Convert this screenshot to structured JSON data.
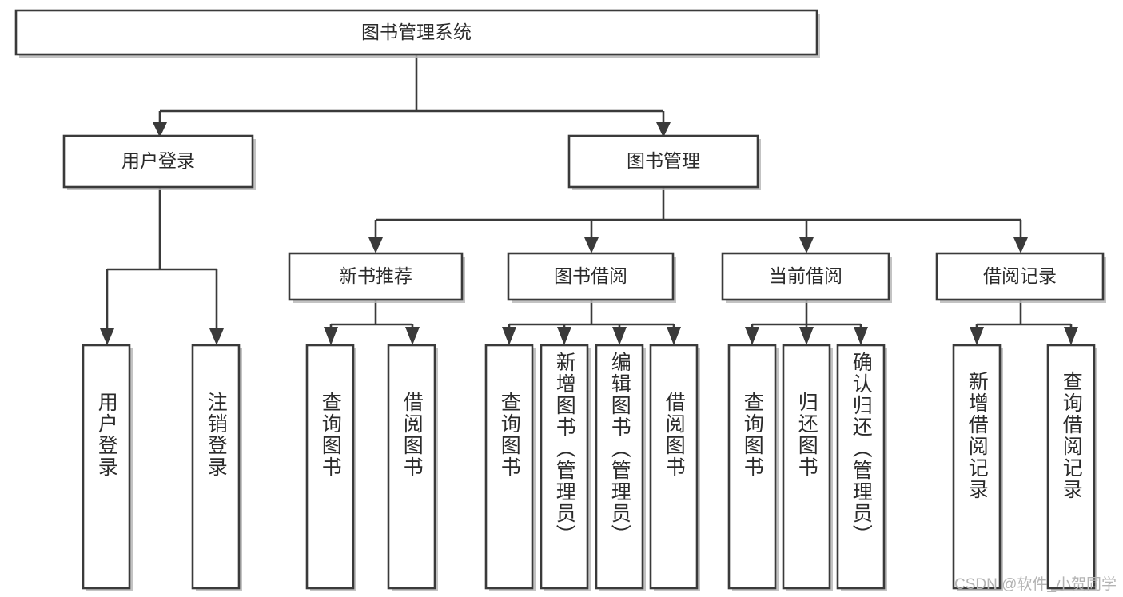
{
  "diagram": {
    "kind": "tree-hierarchy-chart",
    "root": {
      "label": "图书管理系统",
      "orientation": "horizontal"
    },
    "level2": [
      {
        "label": "用户登录",
        "orientation": "horizontal"
      },
      {
        "label": "图书管理",
        "orientation": "horizontal"
      }
    ],
    "level3": [
      {
        "label": "新书推荐",
        "orientation": "horizontal"
      },
      {
        "label": "图书借阅",
        "orientation": "horizontal"
      },
      {
        "label": "当前借阅",
        "orientation": "horizontal"
      },
      {
        "label": "借阅记录",
        "orientation": "horizontal"
      }
    ],
    "leaves": [
      {
        "label": "用户登录",
        "parent": "用户登录",
        "orientation": "vertical"
      },
      {
        "label": "注销登录",
        "parent": "用户登录",
        "orientation": "vertical"
      },
      {
        "label": "查询图书",
        "parent": "新书推荐",
        "orientation": "vertical"
      },
      {
        "label": "借阅图书",
        "parent": "新书推荐",
        "orientation": "vertical"
      },
      {
        "label": "查询图书",
        "parent": "图书借阅",
        "orientation": "vertical"
      },
      {
        "label": "新增图书（管理员）",
        "parent": "图书借阅",
        "orientation": "vertical"
      },
      {
        "label": "编辑图书（管理员）",
        "parent": "图书借阅",
        "orientation": "vertical"
      },
      {
        "label": "借阅图书",
        "parent": "图书借阅",
        "orientation": "vertical"
      },
      {
        "label": "查询图书",
        "parent": "当前借阅",
        "orientation": "vertical"
      },
      {
        "label": "归还图书",
        "parent": "当前借阅",
        "orientation": "vertical"
      },
      {
        "label": "确认归还（管理员）",
        "parent": "当前借阅",
        "orientation": "vertical"
      },
      {
        "label": "新增借阅记录",
        "parent": "借阅记录",
        "orientation": "vertical"
      },
      {
        "label": "查询借阅记录",
        "parent": "借阅记录",
        "orientation": "vertical"
      }
    ],
    "colors": {
      "stroke": "#3a3a3a",
      "fill": "#ffffff",
      "text": "#2b2b2b",
      "shadow": "#b9b9b9",
      "watermark": "#b4b4b4"
    }
  },
  "watermark": {
    "text": "CSDN @软件_小贺同学"
  }
}
